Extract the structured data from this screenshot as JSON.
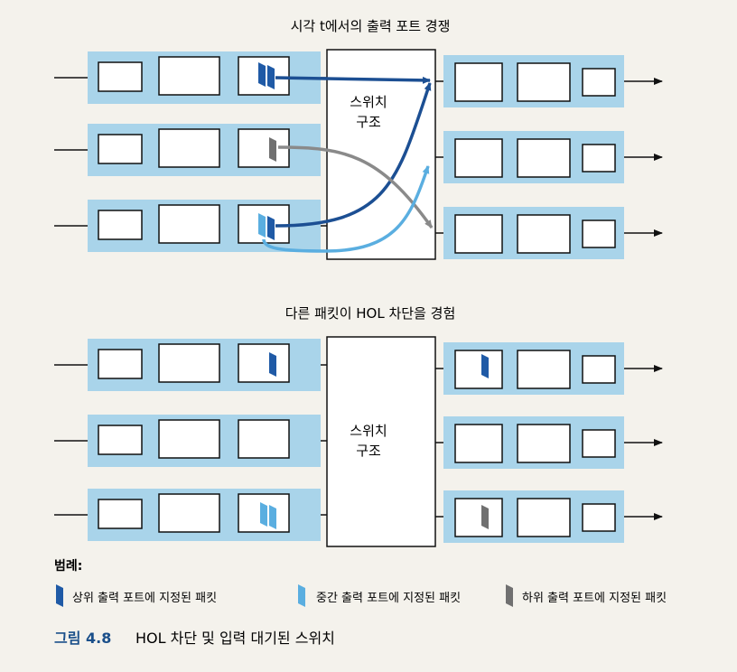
{
  "diagram1": {
    "title": "시각 t에서의 출력 포트 경쟁",
    "fabric_label_line1": "스위치",
    "fabric_label_line2": "구조"
  },
  "diagram2": {
    "title": "다른 패킷이 HOL 차단을 경험",
    "fabric_label_line1": "스위치",
    "fabric_label_line2": "구조"
  },
  "legend": {
    "title": "범례:",
    "items": [
      {
        "label": "상위 출력 포트에 지정된 패킷",
        "color": "#1f5aa6"
      },
      {
        "label": "중간 출력 포트에 지정된 패킷",
        "color": "#5aaee0"
      },
      {
        "label": "하위 출력 포트에 지정된 패킷",
        "color": "#707070"
      }
    ]
  },
  "caption": {
    "number": "그림 4.8",
    "text": "HOL 차단 및 입력 대기된 스위치"
  },
  "colors": {
    "queue_band": "#a9d4ea",
    "top_packet": "#1f5aa6",
    "middle_packet": "#5aaee0",
    "bottom_packet": "#707070",
    "top_arrow": "#1c4f93",
    "middle_arrow": "#5aaee0",
    "bottom_arrow": "#8a8a8a"
  }
}
